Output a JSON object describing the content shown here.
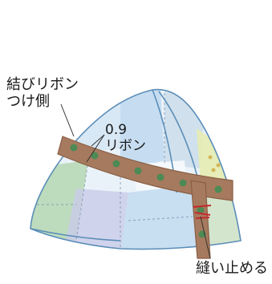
{
  "illustration": {
    "subject": "patchwork-hat-with-ribbon",
    "colors": {
      "outline": "#5b8db8",
      "ribbon": "#a67a5e",
      "ribbon_dots": "#4d8a55",
      "stitch": "#c8282a",
      "patch_blue": "#b9d6ee",
      "patch_green": "#b5d8b3",
      "patch_yellow": "#e7ecb0",
      "patch_lavender": "#c9cbe8",
      "patch_white": "#f1f5f8"
    }
  },
  "labels": {
    "tie_side_line1": "結びリボン",
    "tie_side_line2": "つけ側",
    "ribbon_width": "0.9",
    "ribbon_word": "リボン",
    "sew_stop": "縫い止める"
  }
}
